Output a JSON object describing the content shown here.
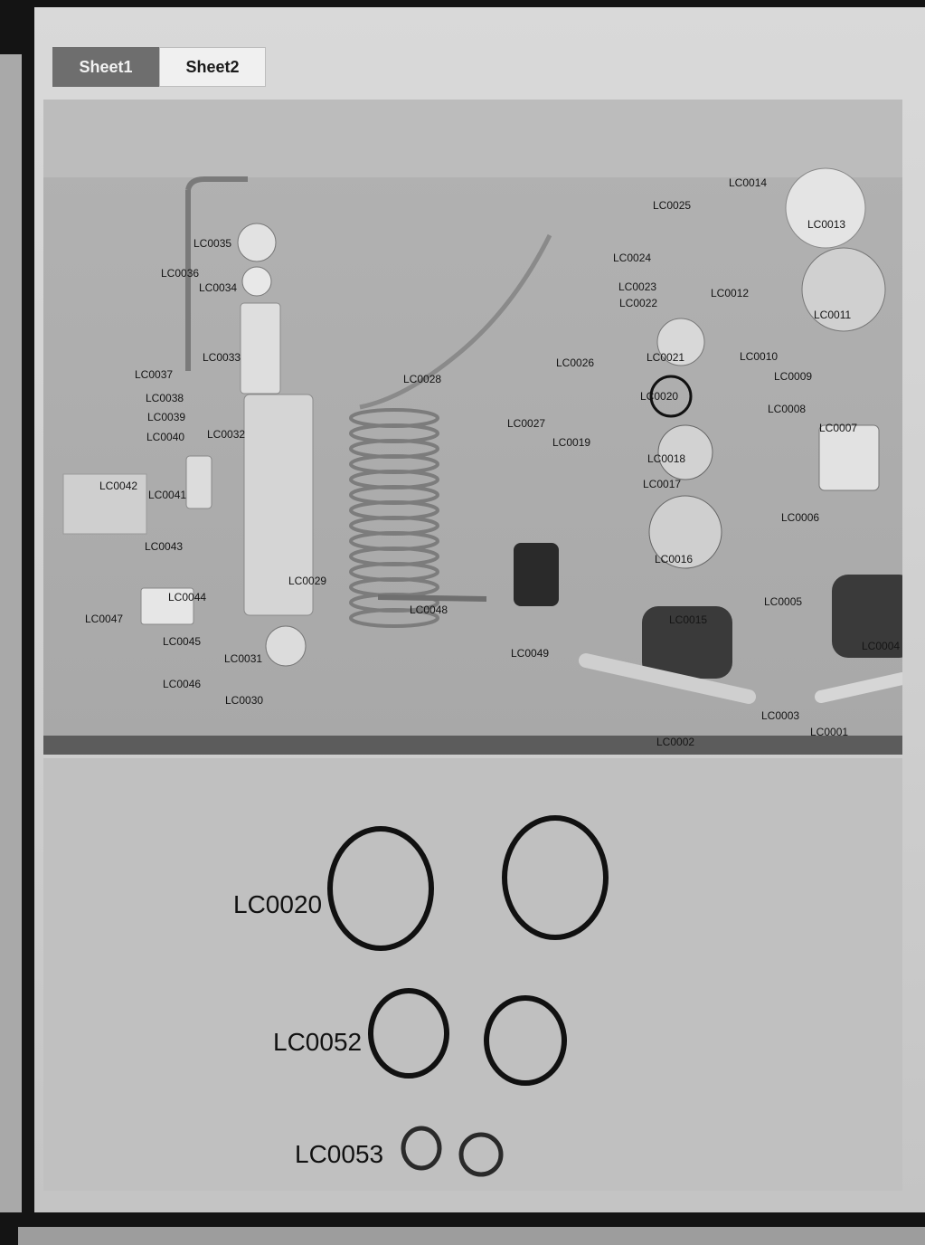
{
  "tabs": [
    {
      "label": "Sheet1",
      "active": true
    },
    {
      "label": "Sheet2",
      "active": false
    }
  ],
  "parts_photo": {
    "labels": [
      "LC0001",
      "LC0002",
      "LC0003",
      "LC0004",
      "LC0005",
      "LC0006",
      "LC0007",
      "LC0008",
      "LC0009",
      "LC0010",
      "LC0011",
      "LC0012",
      "LC0013",
      "LC0014",
      "LC0015",
      "LC0016",
      "LC0017",
      "LC0018",
      "LC0019",
      "LC0020",
      "LC0021",
      "LC0022",
      "LC0023",
      "LC0024",
      "LC0025",
      "LC0026",
      "LC0027",
      "LC0028",
      "LC0029",
      "LC0030",
      "LC0031",
      "LC0032",
      "LC0033",
      "LC0034",
      "LC0035",
      "LC0036",
      "LC0037",
      "LC0038",
      "LC0039",
      "LC0040",
      "LC0041",
      "LC0042",
      "LC0043",
      "LC0044",
      "LC0045",
      "LC0046",
      "LC0047",
      "LC0048",
      "LC0049"
    ]
  },
  "o_rings": [
    {
      "label": "LC0020"
    },
    {
      "label": "LC0052"
    },
    {
      "label": "LC0053"
    }
  ],
  "colors": {
    "background": "#141414",
    "paper": "#d6d6d6",
    "tab_active": "#6e6e6e",
    "ring": "#111111"
  }
}
